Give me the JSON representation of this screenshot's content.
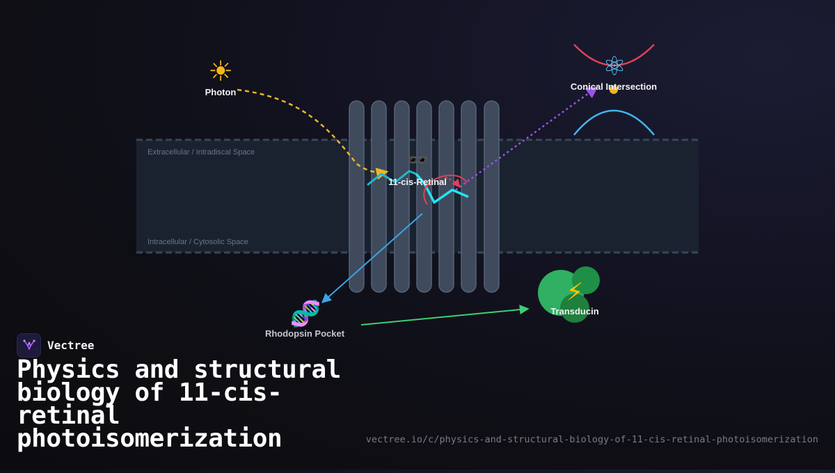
{
  "brand": {
    "name": "Vectree",
    "logo_icon": "vectree-logo-icon",
    "accent": "#a855f7"
  },
  "title": "Physics and structural biology of 11-cis-retinal photoisomerization",
  "url": "vectree.io/c/physics-and-structural-biology-of-11-cis-retinal-photoisomerization",
  "diagram": {
    "membrane": {
      "top_label": "Extracellular / Intradiscal Space",
      "bottom_label": "Intracellular / Cytosolic Space",
      "helix_count": 7
    },
    "nodes": {
      "photon": {
        "label": "Photon",
        "icon": "sun-icon",
        "glyph": "☀"
      },
      "retinal": {
        "label": "11-cis-Retinal",
        "icon": "sunglasses-icon",
        "glyph": "🕶"
      },
      "conical": {
        "label": "Conical Intersection",
        "icon": "atom-icon",
        "glyph": "⚛"
      },
      "pocket": {
        "label": "Rhodopsin Pocket",
        "icon": "dna-icon",
        "glyph": "🧬"
      },
      "transducin": {
        "label": "Transducin",
        "icon": "lightning-icon",
        "glyph": "⚡"
      }
    },
    "colors": {
      "photon_path": "#f0b429",
      "retinal_chain": "#22e4f0",
      "isomerization_arc": "#e0405a",
      "excitation_path": "#9a55e0",
      "pocket_path": "#3aa6e8",
      "signal_path": "#3ecf74",
      "upper_surface": "#e0405a",
      "lower_surface": "#42b6ec",
      "transducin_fill": "#2fb063",
      "helix": "#3f4b5c"
    }
  }
}
